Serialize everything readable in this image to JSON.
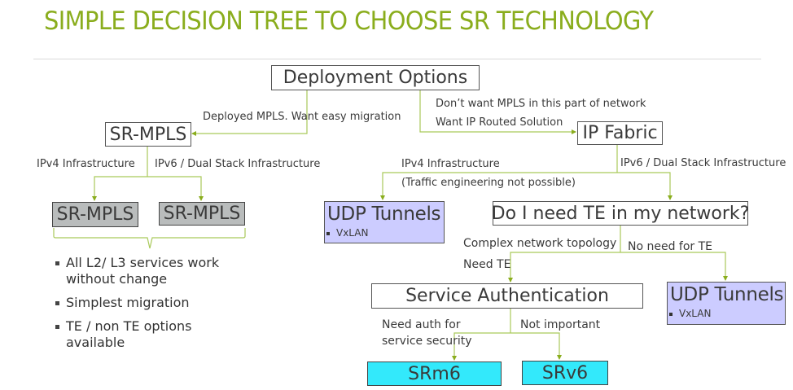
{
  "title": "SIMPLE DECISION TREE TO CHOOSE SR TECHNOLOGY",
  "colors": {
    "title": "#8aad1d",
    "connector": "#a9c95a",
    "arrow_head": "#8aad1d",
    "gray_box": "#b9bcbc",
    "lavender_box": "#ccccff",
    "cyan_box": "#33e9fb"
  },
  "nodes": {
    "deployment_options": "Deployment Options",
    "sr_mpls": "SR-MPLS",
    "ip_fabric": "IP Fabric",
    "sr_mpls_ipv4": "SR-MPLS",
    "sr_mpls_ipv6": "SR-MPLS",
    "udp_tunnels_ipv4": {
      "title": "UDP Tunnels",
      "bullet": "VxLAN"
    },
    "need_te": "Do I need TE in my network?",
    "service_auth": "Service Authentication",
    "udp_tunnels_no_te": {
      "title": "UDP Tunnels",
      "bullet": "VxLAN"
    },
    "srm6": "SRm6",
    "srv6": "SRv6"
  },
  "edges": {
    "to_sr_mpls": "Deployed  MPLS. Want easy migration",
    "to_ip_fabric_line1": "Don’t want MPLS in this part of network",
    "to_ip_fabric_line2": "Want IP Routed Solution",
    "mpls_ipv4": "IPv4 Infrastructure",
    "mpls_ipv6": "IPv6 / Dual Stack Infrastructure",
    "fabric_ipv4_line1": "IPv4 Infrastructure",
    "fabric_ipv4_line2": "(Traffic engineering not possible)",
    "fabric_ipv6": "IPv6 / Dual Stack Infrastructure",
    "need_te_yes_line1": "Complex network topology",
    "need_te_yes_line2": "Need TE",
    "need_te_no": "No need for TE",
    "auth_yes_line1": "Need auth for",
    "auth_yes_line2": "service security",
    "auth_no": "Not important"
  },
  "mpls_benefits": [
    "All L2/ L3 services work without change",
    "Simplest migration",
    "TE / non TE options available"
  ]
}
